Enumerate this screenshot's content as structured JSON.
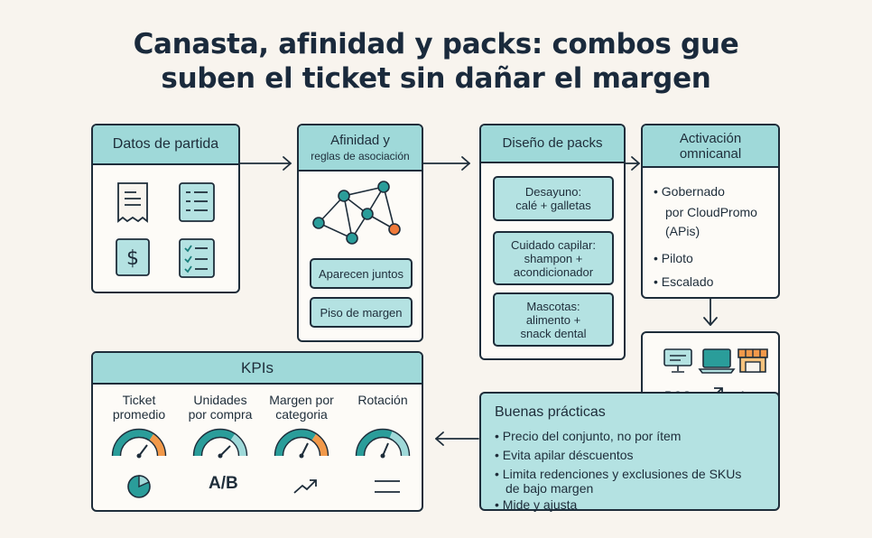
{
  "title": {
    "line1": "Canasta, afinidad y packs: combos gue",
    "line2": "suben el ticket sin dañar el margen"
  },
  "datos": {
    "header": "Datos de partida",
    "icons": [
      "receipt-icon",
      "list-document-icon",
      "dollar-icon",
      "checklist-icon"
    ]
  },
  "afinidad": {
    "header_line1": "Afinidad y",
    "header_line2": "reglas de asociación",
    "pill1": "Aparecen juntos",
    "pill2": "Piso de margen"
  },
  "packs": {
    "header": "Diseño de packs",
    "items": [
      {
        "line1": "Desayuno:",
        "line2": "calé + galletas"
      },
      {
        "line1": "Cuidado capilar:",
        "line2": "shampon +",
        "line3": "acondicionador"
      },
      {
        "line1": "Mascotas:",
        "line2": "alimento +",
        "line3": "snack dental"
      }
    ]
  },
  "activacion": {
    "header_line1": "Activación",
    "header_line2": "omnicanal",
    "bullet1_line1": "Gobernado",
    "bullet1_line2": "por CloudPromo",
    "bullet1_line3": "(APis)",
    "bullet2": "Piloto",
    "bullet3": "Escalado"
  },
  "canales": {
    "pos": "POS",
    "app": "App"
  },
  "buenas": {
    "header": "Buenas prácticas",
    "items": [
      "Precio del conjunto, no por ítem",
      "Evita apilar déscuentos",
      "Limita redenciones y exclusiones de SKUs",
      "de bajo margen",
      "Mide y ajusta"
    ]
  },
  "kpis": {
    "header": "KPIs",
    "items": [
      {
        "line1": "Ticket",
        "line2": "promedio",
        "bottom": ""
      },
      {
        "line1": "Unidades",
        "line2": "por compra",
        "bottom": "A/B"
      },
      {
        "line1": "Margen por",
        "line2": "categoria",
        "bottom": ""
      },
      {
        "line1": "Rotación",
        "line2": "",
        "bottom": ""
      }
    ]
  },
  "colors": {
    "teal": "#2a9d9a",
    "light_teal": "#9fd9d9",
    "orange": "#f2994a",
    "dark": "#1e2d3a"
  }
}
